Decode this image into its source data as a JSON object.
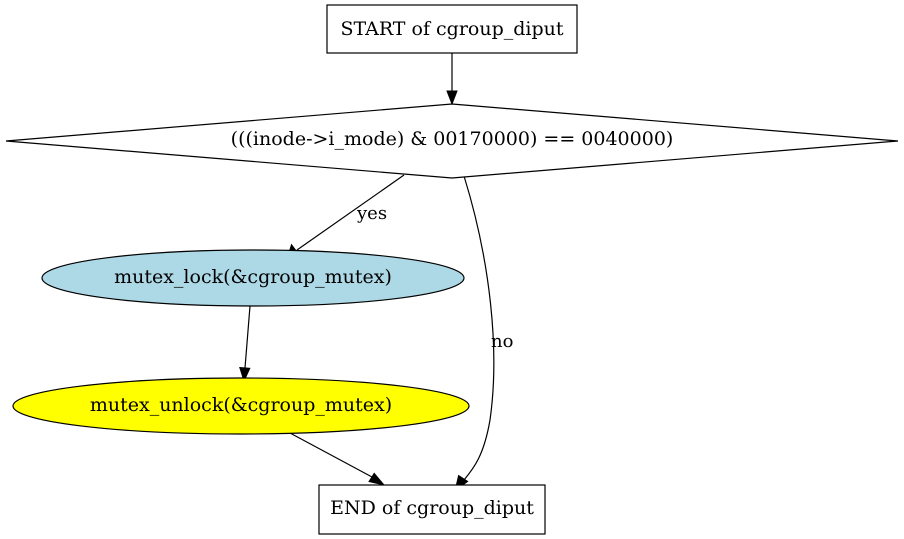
{
  "diagram": {
    "nodes": {
      "start": {
        "label": "START of cgroup_diput",
        "shape": "box",
        "fill": "#ffffff"
      },
      "condition": {
        "label": "(((inode->i_mode) & 00170000) == 0040000)",
        "shape": "diamond",
        "fill": "#ffffff"
      },
      "lock": {
        "label": "mutex_lock(&cgroup_mutex)",
        "shape": "ellipse",
        "fill": "#add8e6"
      },
      "unlock": {
        "label": "mutex_unlock(&cgroup_mutex)",
        "shape": "ellipse",
        "fill": "#ffff00"
      },
      "end": {
        "label": "END of cgroup_diput",
        "shape": "box",
        "fill": "#ffffff"
      }
    },
    "edges": {
      "yes_label": "yes",
      "no_label": "no"
    }
  }
}
